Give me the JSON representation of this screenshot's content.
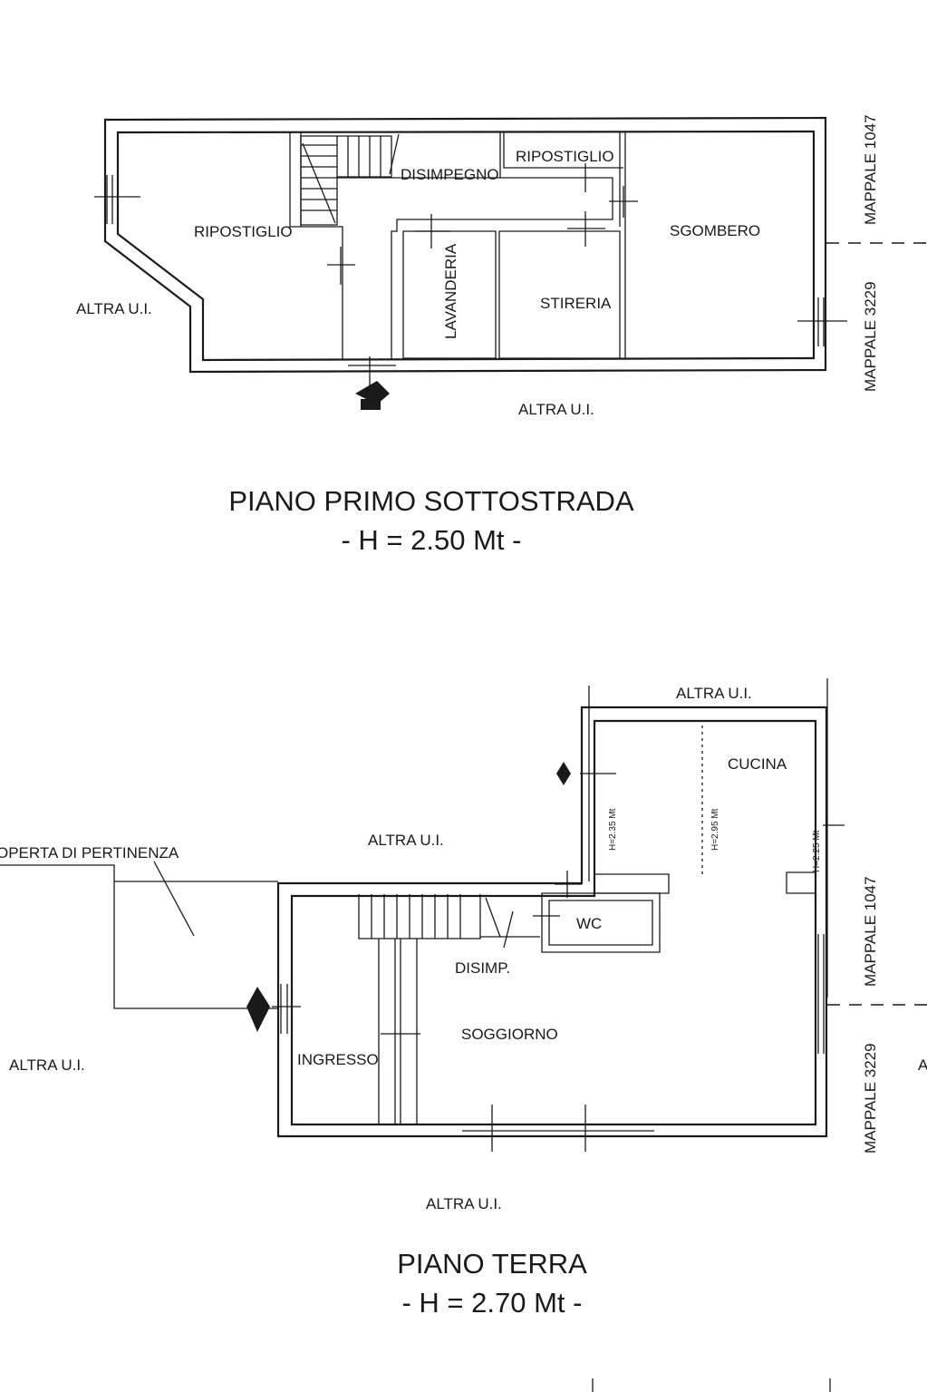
{
  "basement": {
    "rooms": {
      "ripostiglio_left": "RIPOSTIGLIO",
      "disimpegno": "DISIMPEGNO",
      "ripostiglio_top": "RIPOSTIGLIO",
      "sgombero": "SGOMBERO",
      "lavanderia": "LAVANDERIA",
      "stireria": "STIRERIA"
    },
    "neighbors": {
      "left": "ALTRA U.I.",
      "bottom": "ALTRA U.I."
    },
    "parcels": {
      "upper": "MAPPALE 1047",
      "lower": "MAPPALE 3229"
    },
    "title": "PIANO PRIMO SOTTOSTRADA",
    "height": "- H = 2.50 Mt -"
  },
  "ground": {
    "rooms": {
      "cucina": "CUCINA",
      "wc": "WC",
      "disimp": "DISIMP.",
      "soggiorno": "SOGGIORNO",
      "ingresso": "INGRESSO"
    },
    "heights": {
      "h1": "H=2.35 Mt",
      "h2": "H=2.95 Mt",
      "h3": "H=2.25 Mt"
    },
    "neighbors": {
      "top": "ALTRA U.I.",
      "center": "ALTRA U.I.",
      "left": "ALTRA U.I.",
      "bottom": "ALTRA U.I.",
      "right_partial": "A"
    },
    "pertinenza": "OPERTA DI PERTINENZA",
    "parcels": {
      "upper": "MAPPALE 1047",
      "lower": "MAPPALE 3229"
    },
    "title": "PIANO TERRA",
    "height": "- H = 2.70 Mt -"
  }
}
